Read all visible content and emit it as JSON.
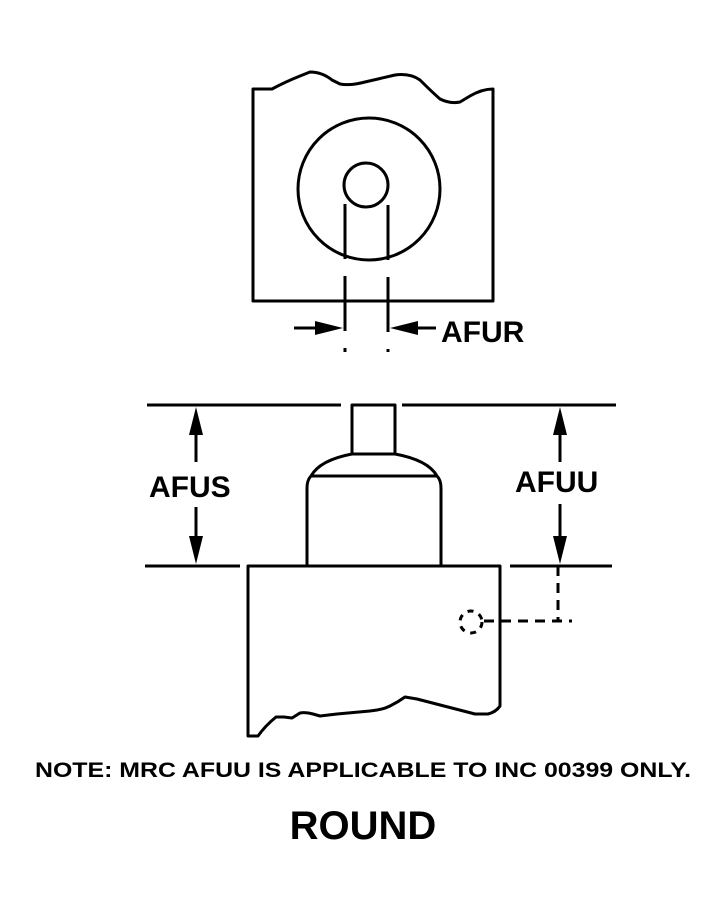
{
  "diagram": {
    "type": "technical-dimension-drawing",
    "labels": {
      "afur": "AFUR",
      "afus": "AFUS",
      "afuu": "AFUU"
    },
    "note": "NOTE: MRC AFUU IS APPLICABLE TO INC 00399 ONLY.",
    "title": "ROUND",
    "colors": {
      "ink": "#000000",
      "background": "#ffffff"
    }
  }
}
